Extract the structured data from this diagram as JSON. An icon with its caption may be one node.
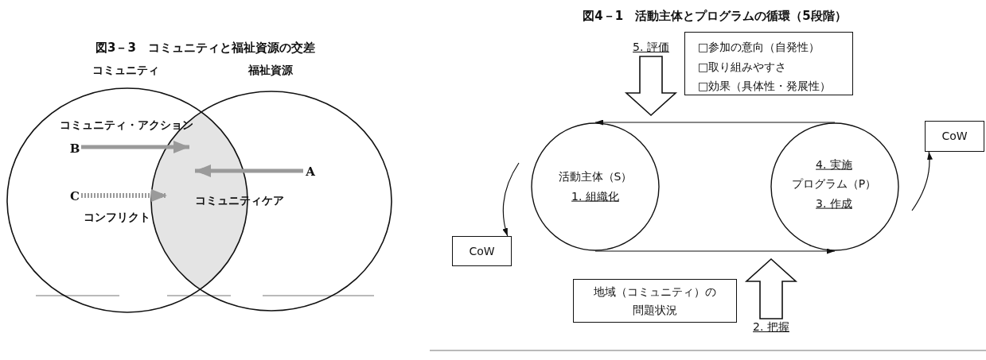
{
  "diagram": {
    "nodes": [
      {
        "text": [
          "コミュニティ"
        ]
      },
      {
        "text": [
          "福祉資源"
        ]
      },
      {
        "text": [
          "コミュニティケア"
        ]
      },
      {
        "text": [
          "B"
        ],
        "in": 0
      },
      {
        "text": [
          "A"
        ],
        "in": 1
      },
      {
        "text": [
          "C"
        ],
        "in": 0
      },
      {
        "text": [
          "活動主体（S）",
          "1. 組織化"
        ]
      },
      {
        "text": [
          "4. 実施",
          "プログラム（P）",
          "3. 作成"
        ]
      },
      {
        "text": [
          "5. 評価"
        ]
      },
      {
        "text": [
          "□参加の意向（自発性）",
          "□取り組みやすさ",
          "□効果（具体性・発展性）"
        ]
      },
      {
        "text": [
          "CoW"
        ]
      },
      {
        "text": [
          "CoW"
        ]
      },
      {
        "text": [
          "地域（コミュニティ）の問題状況"
        ]
      },
      {
        "text": [
          "2. 把握"
        ]
      }
    ],
    "edges": [
      {
        "from": 3,
        "to": 2,
        "arrow": "to",
        "label": "コミュニティ・アクション",
        "style": "thick",
        "color": "#9a9a9a"
      },
      {
        "from": 4,
        "to": 2,
        "arrow": "to",
        "style": "thick",
        "color": "#9a9a9a"
      },
      {
        "from": 5,
        "to": 2,
        "arrow": "to",
        "label": "コンフリクト",
        "style": "dashed",
        "color": "#9a9a9a"
      },
      {
        "from": 7,
        "to": 6,
        "arrow": "to"
      },
      {
        "from": 6,
        "to": 7,
        "arrow": "to"
      },
      {
        "from": 8,
        "to": null,
        "arrow": "to",
        "style": "thick"
      },
      {
        "from": 13,
        "to": null,
        "arrow": "to",
        "style": "thick"
      },
      {
        "from": null,
        "to": 11,
        "arrow": "to"
      },
      {
        "from": null,
        "to": 10,
        "arrow": "to"
      }
    ],
    "labels": [
      "図3－3　コミュニティと福祉資源の交差",
      "図4－1　活動主体とプログラムの循環（5段階）"
    ]
  }
}
